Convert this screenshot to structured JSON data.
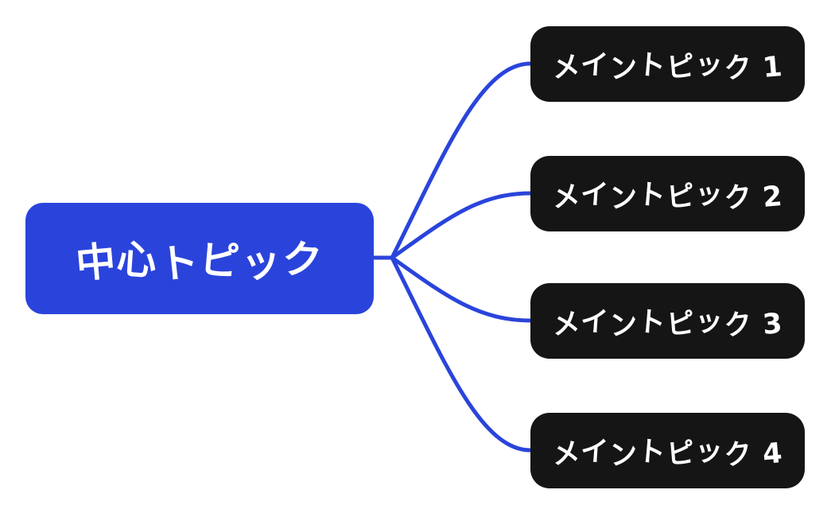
{
  "colors": {
    "accent_blue": "#2a44db",
    "node_black": "#151515",
    "text_white": "#ffffff",
    "background": "#ffffff"
  },
  "central_topic": {
    "label": "中心トピック"
  },
  "main_topics": [
    {
      "label": "メイントピック 1"
    },
    {
      "label": "メイントピック 2"
    },
    {
      "label": "メイントピック 3"
    },
    {
      "label": "メイントピック 4"
    }
  ]
}
